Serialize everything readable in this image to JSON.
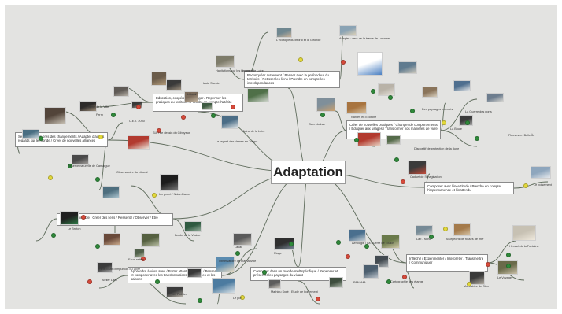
{
  "map": {
    "central_topic": "Adaptation",
    "topics": [
      "Reconquérir autrement / Penser avec la profondeur du territoire / Retisser les liens / Prendre en compte les interdépendances",
      "Éducation, coopérer et partager / Repenser les pratiques du territoire / Prendre en compte l'altérité",
      "Se tenir au plus près des changements / Adapter d'autres regards sur le monde / Créer de nouvelles alliances",
      "Créer de nouvelles pratiques / Changer de comportements / Éduquer aux usages / Transformer nos manières de vivre",
      "Composer avec l'incertitude / Prendre en compte l'impermanence et l'inattendu",
      "Se relier à l'invisible / Créer des liens / Ressentir / Observer / Être sensible",
      "Apprendre à vivre avec / Porter attention au lieu / Penser et composer avec les transformations, les rythmes et les saisons",
      "Composer dans un monde multispécifique / Repenser et préserver les paysages du vivant",
      "Infléchir / Expérimenter / Interpréter / Transmettre / Communiquer"
    ],
    "image_labels": [
      "L'écotopie du littoral et la Gironde",
      "Adapter : vers de la trame de Lorraine",
      "Habitations sur les berges / de Loire",
      "Haute Savoie",
      "Lorraine",
      "Ferme de la Ville",
      "Ferm",
      "C.E.T. 2050",
      "SIA / Le dessin du Giboyeux",
      "Littoral",
      "Le regard des dames en Trégor",
      "Seine de la Loire",
      "Gare du Lac",
      "Nantes en Ecotone",
      "Dispositif de protection de la dune",
      "Des paysages inventés",
      "La Boule",
      "La Guerre des ports",
      "Fleuves en Belle-Île",
      "Caduet de l'Imagination",
      "Le boisement",
      "Réserve naturelle de Camargue",
      "Observatoire du Littoral",
      "Un projet / Notre-Dame",
      "Boulot de la Vilaine",
      "Eaux nettes",
      "Le Breton",
      "Dispositif d'impulsion du Loire",
      "Atelier Libre",
      "Les Pointes",
      "Observatoire de Flamanville",
      "Laval",
      "Plage",
      "Le port",
      "Mathieu Doré / Etude de boisement",
      "Aérologie / La Guerre de Toulon",
      "PANAMA",
      "Cartographie des étangs",
      "Lab - Nord",
      "Bourgeons de fossés de mer",
      "Hersart de la Fontaine",
      "Le Voyage",
      "Monastère de Sion"
    ]
  }
}
